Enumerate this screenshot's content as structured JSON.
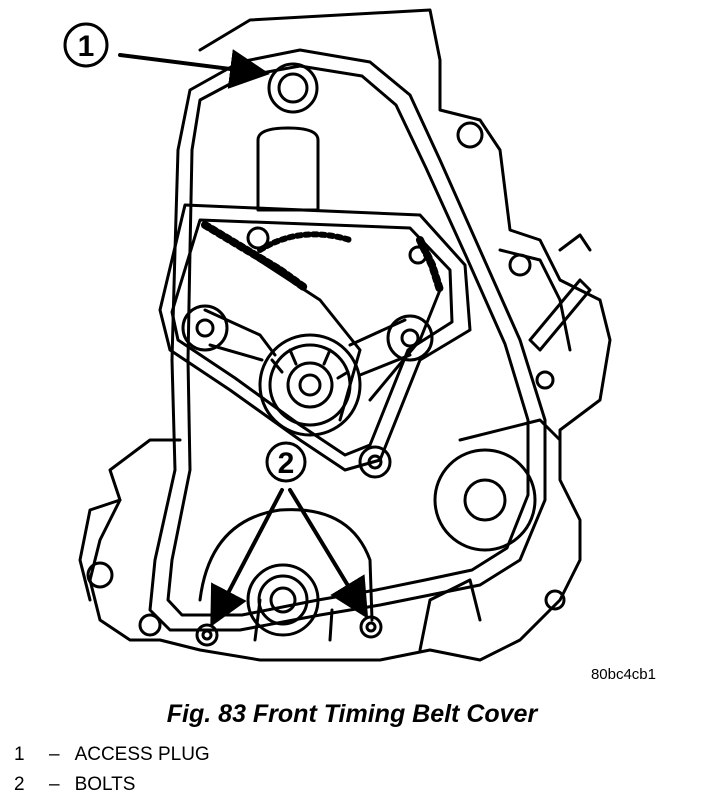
{
  "figure": {
    "title": "Fig. 83 Front Timing Belt Cover",
    "code": "80bc4cb1",
    "callouts": [
      "1",
      "2"
    ]
  },
  "legend": [
    {
      "number": "1",
      "separator": "–",
      "label": "ACCESS PLUG"
    },
    {
      "number": "2",
      "separator": "–",
      "label": "BOLTS"
    }
  ]
}
